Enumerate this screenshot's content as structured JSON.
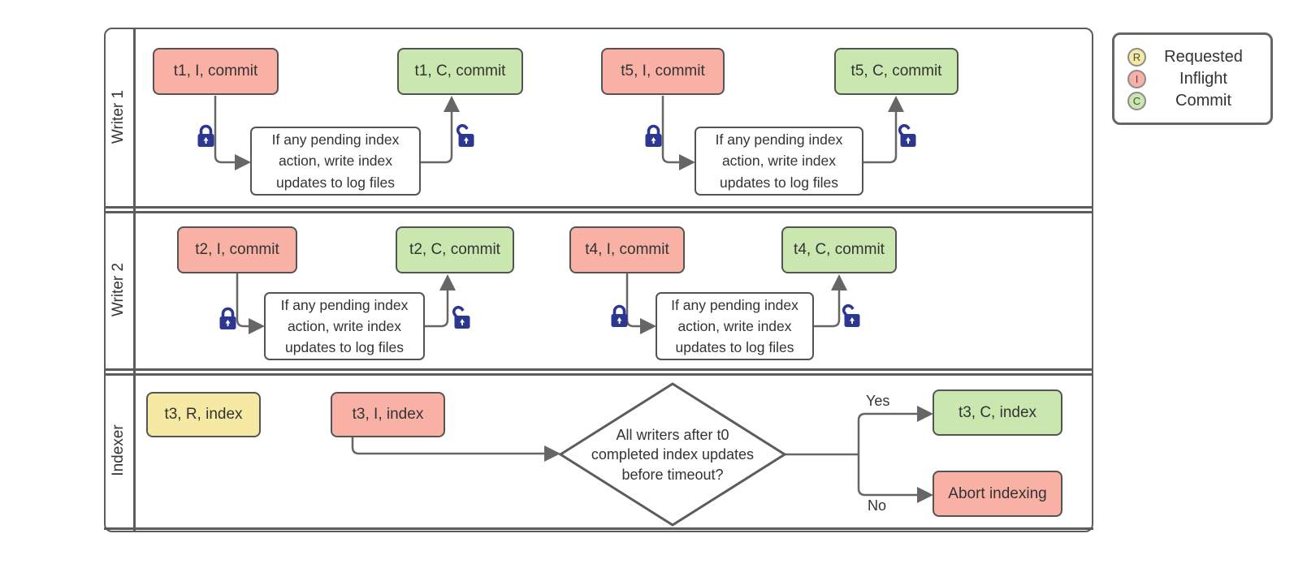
{
  "lanes": [
    {
      "label": "Writer 1"
    },
    {
      "label": "Writer 2"
    },
    {
      "label": "Indexer"
    }
  ],
  "boxes": {
    "t1_inflight": "t1, I, commit",
    "t1_commit": "t1, C, commit",
    "t5_inflight": "t5, I, commit",
    "t5_commit": "t5, C, commit",
    "t2_inflight": "t2, I, commit",
    "t2_commit": "t2, C, commit",
    "t4_inflight": "t4, I, commit",
    "t4_commit": "t4, C, commit",
    "t3_requested": "t3, R, index",
    "t3_inflight": "t3, I, index",
    "t3_commit": "t3, C, index",
    "abort": "Abort indexing"
  },
  "process_note": "If any pending index\naction, write index\nupdates to log files",
  "decision": {
    "question": "All writers after t0\ncompleted index updates\nbefore timeout?",
    "yes_label": "Yes",
    "no_label": "No"
  },
  "legend": {
    "items": [
      {
        "abbr": "R",
        "label": "Requested"
      },
      {
        "abbr": "I",
        "label": "Inflight"
      },
      {
        "abbr": "C",
        "label": "Commit"
      }
    ]
  },
  "colors": {
    "requested_fill": "#f6e9a4",
    "inflight_fill": "#f9b1a6",
    "commit_fill": "#c9e7af",
    "node_border": "#545454",
    "frame_border": "#5c5c5c",
    "arrow": "#666666",
    "lock": "#2c3792",
    "text": "#333333"
  }
}
